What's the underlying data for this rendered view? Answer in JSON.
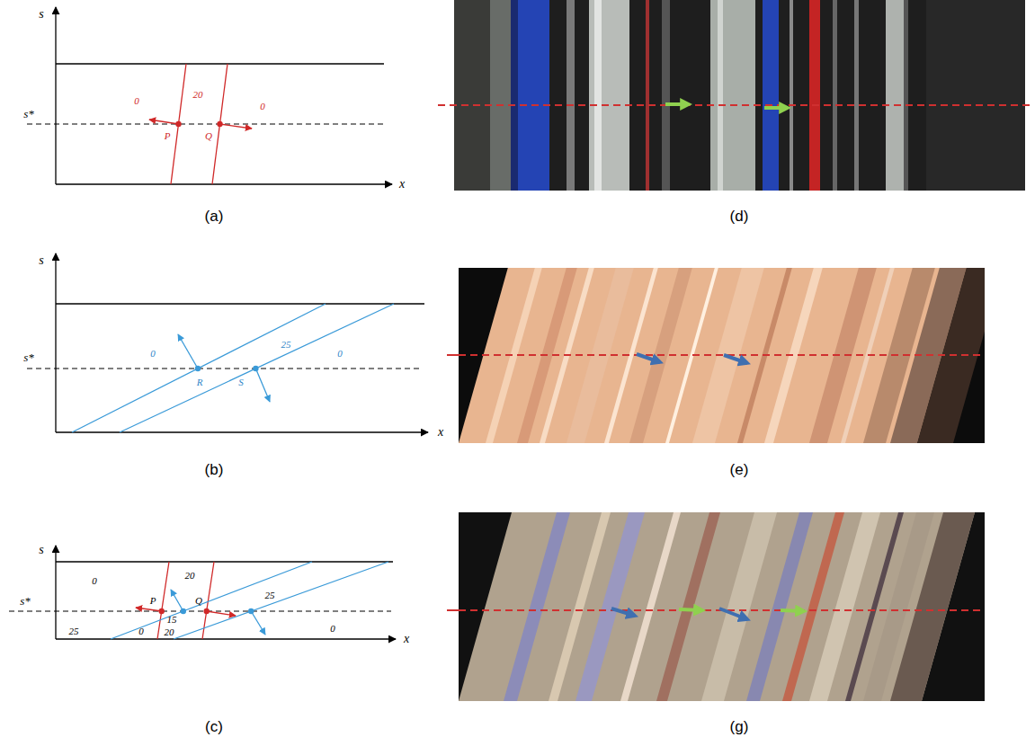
{
  "diagram": {
    "labels": [
      "s",
      "x",
      "s*",
      "0",
      "20",
      "0",
      "P",
      "Q",
      "(a)",
      "s",
      "x",
      "s*",
      "0",
      "25",
      "0",
      "R",
      "S",
      "(b)",
      "s",
      "x",
      "s*",
      "0",
      "20",
      "P",
      "Q",
      "25",
      "15",
      "0",
      "25",
      "0",
      "20",
      "(c)",
      "(d)",
      "(e)",
      "(g)"
    ]
  }
}
